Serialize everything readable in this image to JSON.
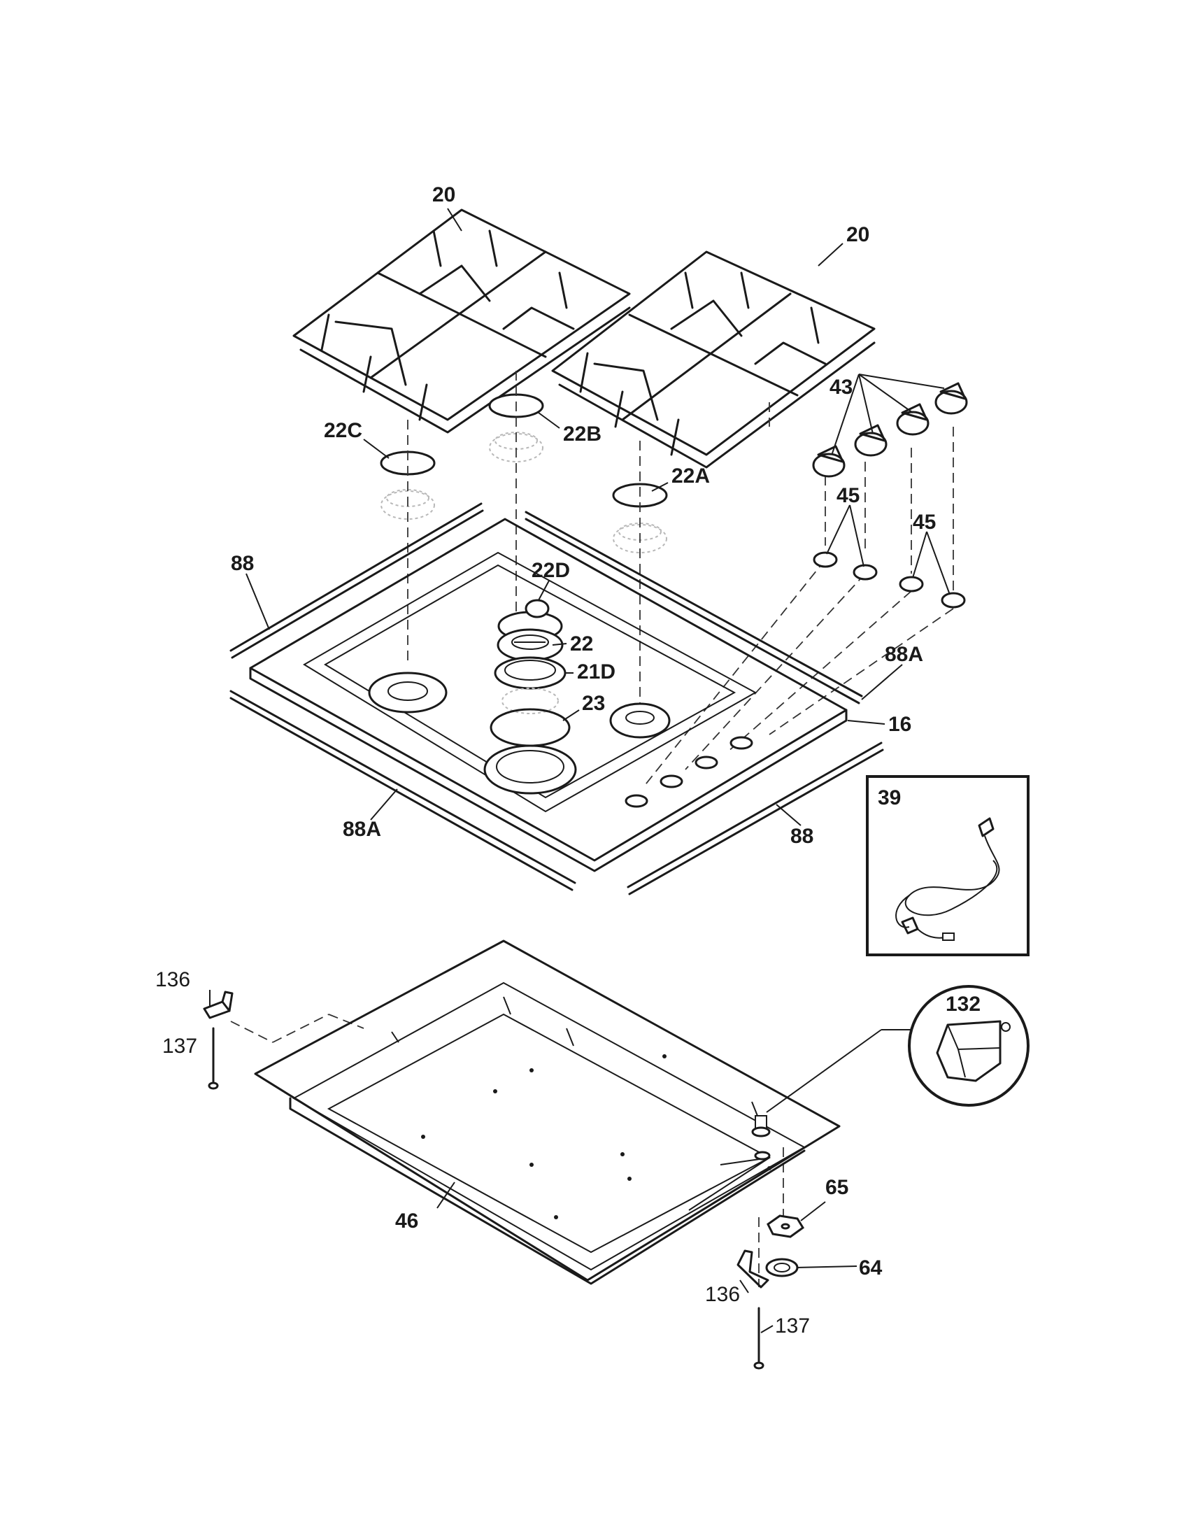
{
  "callouts": {
    "grate_left": "20",
    "grate_right": "20",
    "cap_22c": "22C",
    "cap_22b": "22B",
    "cap_22a": "22A",
    "cap_22d": "22D",
    "knobs": "43",
    "bezel_left": "45",
    "bezel_right": "45",
    "seal_left": "88",
    "seal_right": "88",
    "seal_88a_right": "88A",
    "seal_88a_left": "88A",
    "burner_22": "22",
    "burner_21d": "21D",
    "burner_23": "23",
    "cooktop_16": "16",
    "power_cord": "39",
    "bracket_top_left": "136",
    "screw_top_left": "137",
    "regulator": "132",
    "burner_box": "46",
    "gasket_65": "65",
    "gasket_64": "64",
    "bracket_bottom_right": "136",
    "screw_bottom_right": "137"
  }
}
